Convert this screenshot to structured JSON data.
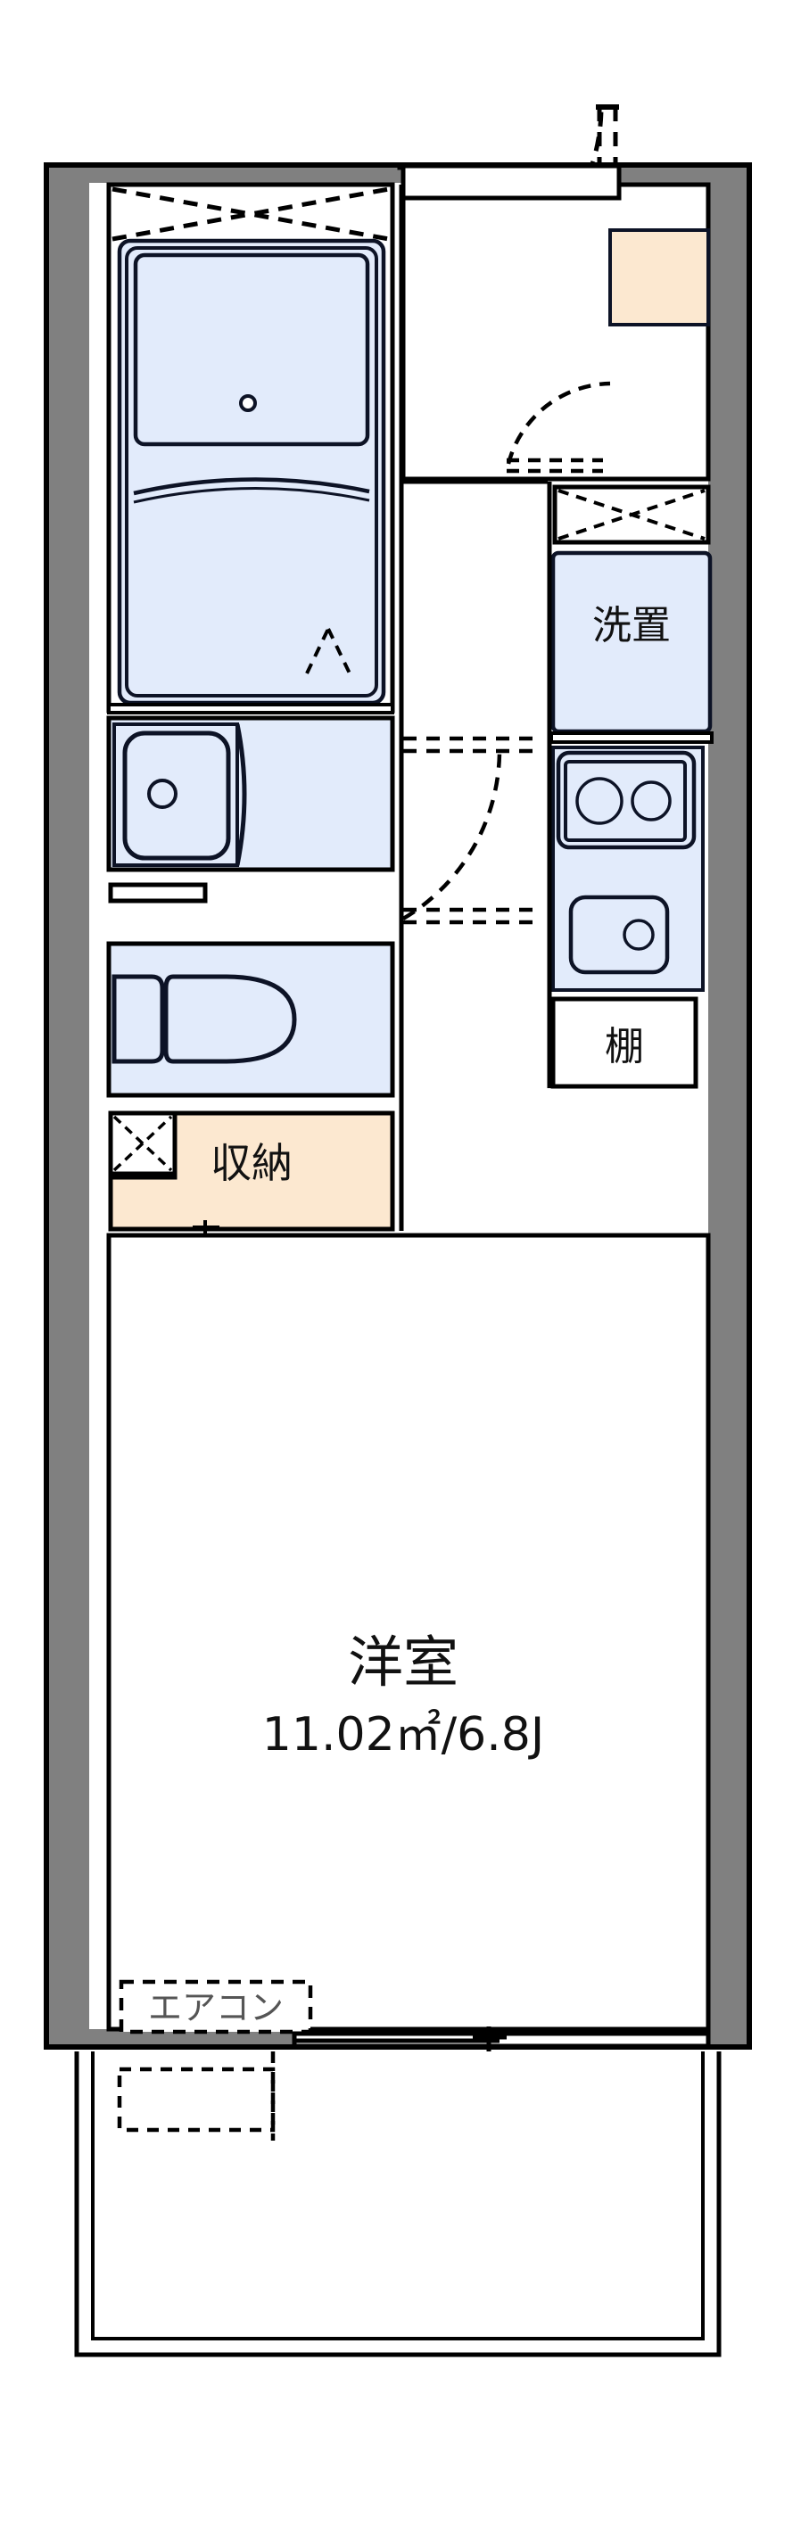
{
  "document": {
    "kind": "japanese-apartment-floor-plan",
    "layout_type": "1K",
    "orientation": "portrait"
  },
  "palette": {
    "wall_fill": "#808080",
    "wall_stroke": "#000000",
    "fixture_fill": "#e2ebfb",
    "fixture_stroke": "#0d1326",
    "storage_fill": "#fce8d0",
    "storage_stroke": "#000000",
    "background": "#ffffff",
    "text": "#111111",
    "aircon_text": "#555555",
    "dashed": "#000000"
  },
  "rooms": [
    {
      "id": "main-room",
      "name": "洋室",
      "area_line": "11.02㎡/6.8J",
      "area_sqm": 11.02,
      "area_jo": 6.8
    },
    {
      "id": "laundry-space",
      "name": "洗置"
    },
    {
      "id": "shelf",
      "name": "棚"
    },
    {
      "id": "closet",
      "name": "収納"
    }
  ],
  "labels": {
    "main_room_name": "洋室",
    "main_room_area": "11.02㎡/6.8J",
    "laundry": "洗置",
    "shelf": "棚",
    "closet": "収納",
    "aircon": "エアコン"
  },
  "fixtures": [
    {
      "id": "bathtub",
      "name": "bathtub",
      "room": "unit-bath"
    },
    {
      "id": "washbasin",
      "name": "wash-basin",
      "room": "washroom"
    },
    {
      "id": "toilet",
      "name": "toilet",
      "room": "toilet-room"
    },
    {
      "id": "gas-stove",
      "name": "two-burner-gas-stove",
      "burners": 2,
      "room": "kitchen"
    },
    {
      "id": "kitchen-sink",
      "name": "kitchen-sink",
      "room": "kitchen"
    },
    {
      "id": "shoe-box",
      "name": "shoe-cabinet",
      "room": "entrance"
    },
    {
      "id": "washer-space",
      "name": "washing-machine-space",
      "room": "laundry-space"
    },
    {
      "id": "aircon",
      "name": "air-conditioner",
      "room": "main-room"
    }
  ],
  "doors": [
    {
      "id": "entrance-door",
      "type": "swing",
      "location": "top-entrance"
    },
    {
      "id": "bath-door",
      "type": "swing",
      "location": "unit-bath-entry"
    },
    {
      "id": "room-door",
      "type": "swing",
      "location": "main-room-entry"
    },
    {
      "id": "toilet-door",
      "type": "swing",
      "location": "toilet-entry"
    }
  ],
  "windows": [
    {
      "id": "bath-window",
      "type": "crossed-rect",
      "location": "unit-bath-top"
    },
    {
      "id": "kitchen-window",
      "type": "crossed-rect",
      "location": "kitchen-upper"
    },
    {
      "id": "closet-upper",
      "type": "crossed-rect",
      "location": "closet-upper-left"
    },
    {
      "id": "balcony-window",
      "type": "sliding",
      "location": "main-room-bottom"
    }
  ],
  "balcony": {
    "id": "balcony",
    "present": true,
    "location": "bottom"
  }
}
